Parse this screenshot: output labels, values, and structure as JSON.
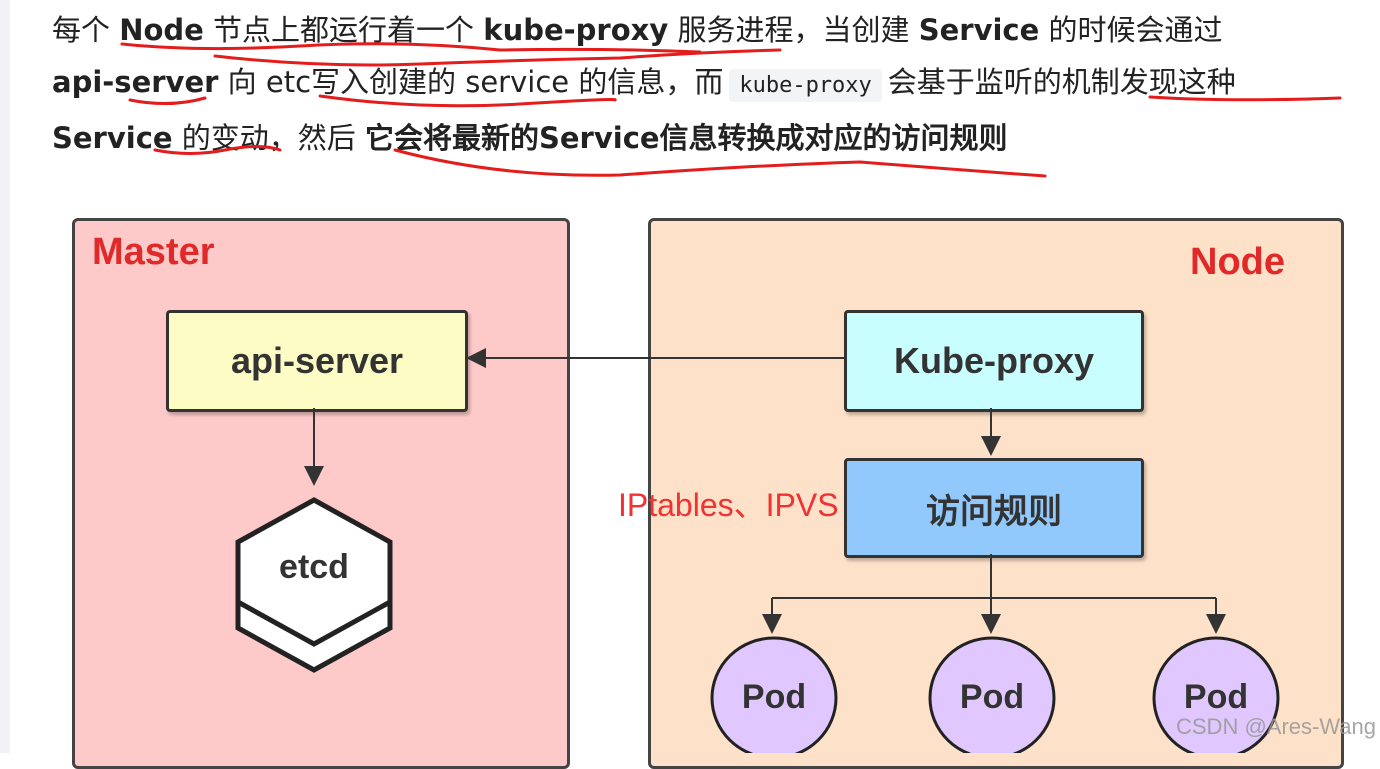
{
  "paragraph": {
    "s1": "每个 ",
    "s2": "Node",
    "s3": " 节点上都运行着一个 ",
    "s4": "kube-proxy",
    "s5": " 服务进程，当创建 ",
    "s6": "Service",
    "s7": " 的时候会通过",
    "s8": "api-server",
    "s9": " 向 etc写入创建的 service 的信息，而",
    "code": "kube-proxy",
    "s10": "会基于监听的机制发现这种",
    "s11": "Service",
    "s12": " 的变动，然后 ",
    "s13": "它会将最新的Service信息转换成对应的访问规则"
  },
  "diagram": {
    "master_title": "Master",
    "node_title": "Node",
    "api_server": "api-server",
    "etcd": "etcd",
    "kube_proxy": "Kube-proxy",
    "access_rules": "访问规则",
    "annotation": "IPtables、IPVS",
    "pods": [
      "Pod",
      "Pod",
      "Pod"
    ]
  },
  "watermark": "CSDN @Ares-Wang",
  "colors": {
    "master_bg": "#fec9c9",
    "node_bg": "#fde1c9",
    "api_bg": "#fdfcc4",
    "proxy_bg": "#c8fefe",
    "rules_bg": "#92c9fd",
    "pod_bg": "#e0c8fe",
    "title_red": "#e02a2a",
    "underline_red": "#e41c1c"
  }
}
